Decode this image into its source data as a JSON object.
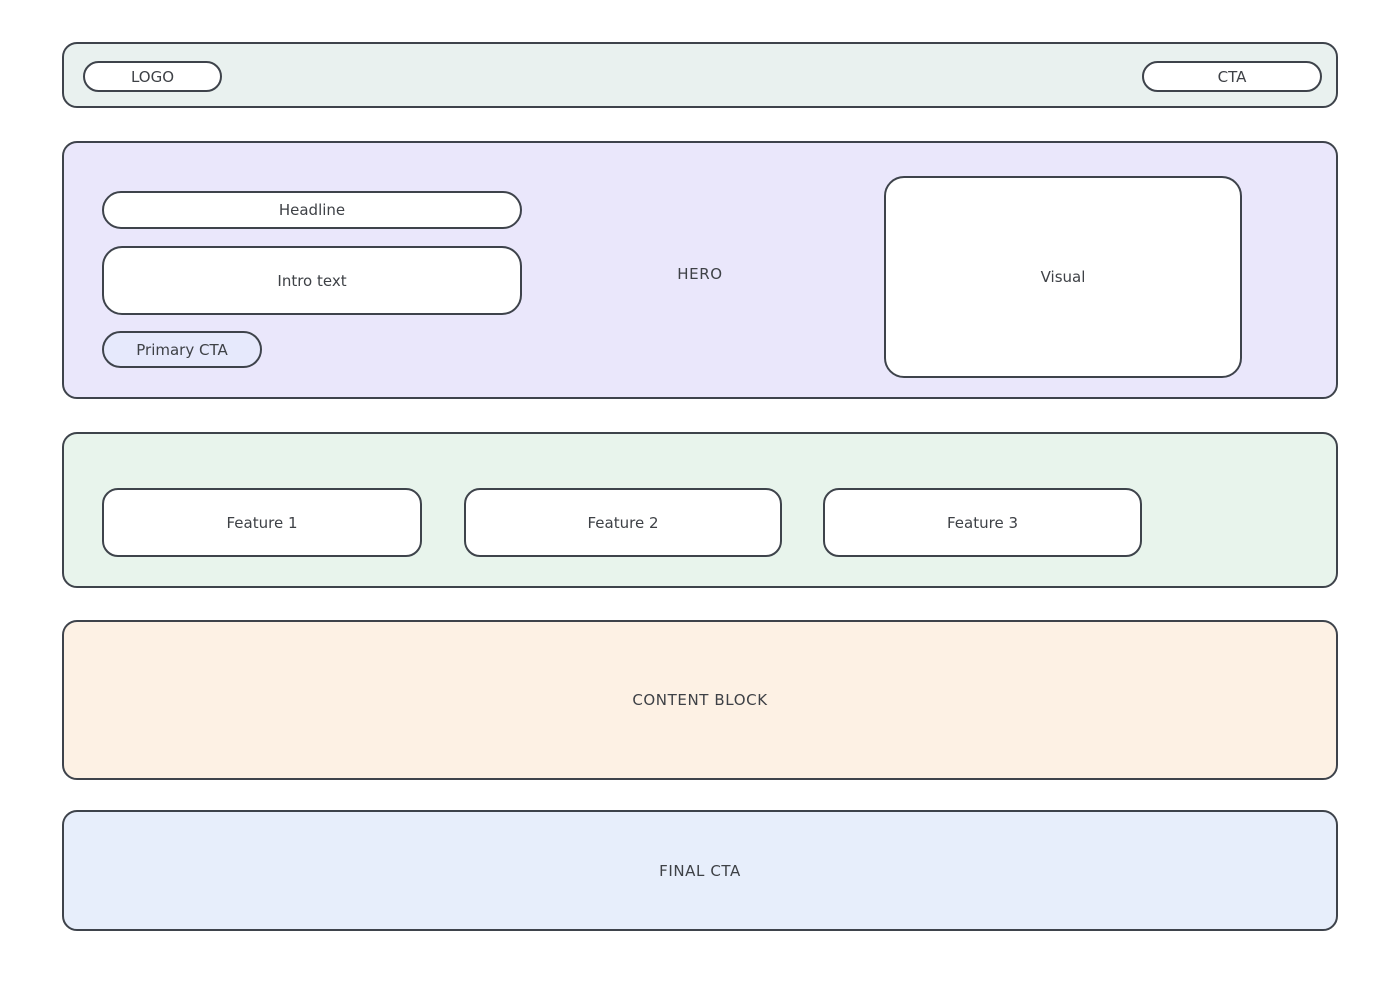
{
  "topbar": {
    "logo_label": "LOGO",
    "cta_label": "CTA"
  },
  "hero": {
    "section_label": "HERO",
    "headline_label": "Headline",
    "intro_label": "Intro text",
    "primary_cta_label": "Primary CTA",
    "visual_label": "Visual"
  },
  "features": {
    "items": [
      {
        "label": "Feature 1"
      },
      {
        "label": "Feature 2"
      },
      {
        "label": "Feature 3"
      }
    ]
  },
  "content_block": {
    "label": "CONTENT BLOCK"
  },
  "final_cta": {
    "label": "FINAL CTA"
  },
  "colors": {
    "border": "#3e434b",
    "text": "#3e4146",
    "topbar_bg": "#e9f1ef",
    "hero_bg": "#eae7fb",
    "primary_cta_bg": "#e6e9fc",
    "features_bg": "#e8f4ec",
    "content_bg": "#fdf1e4",
    "final_bg": "#e7eefb",
    "box_bg": "#ffffff"
  }
}
